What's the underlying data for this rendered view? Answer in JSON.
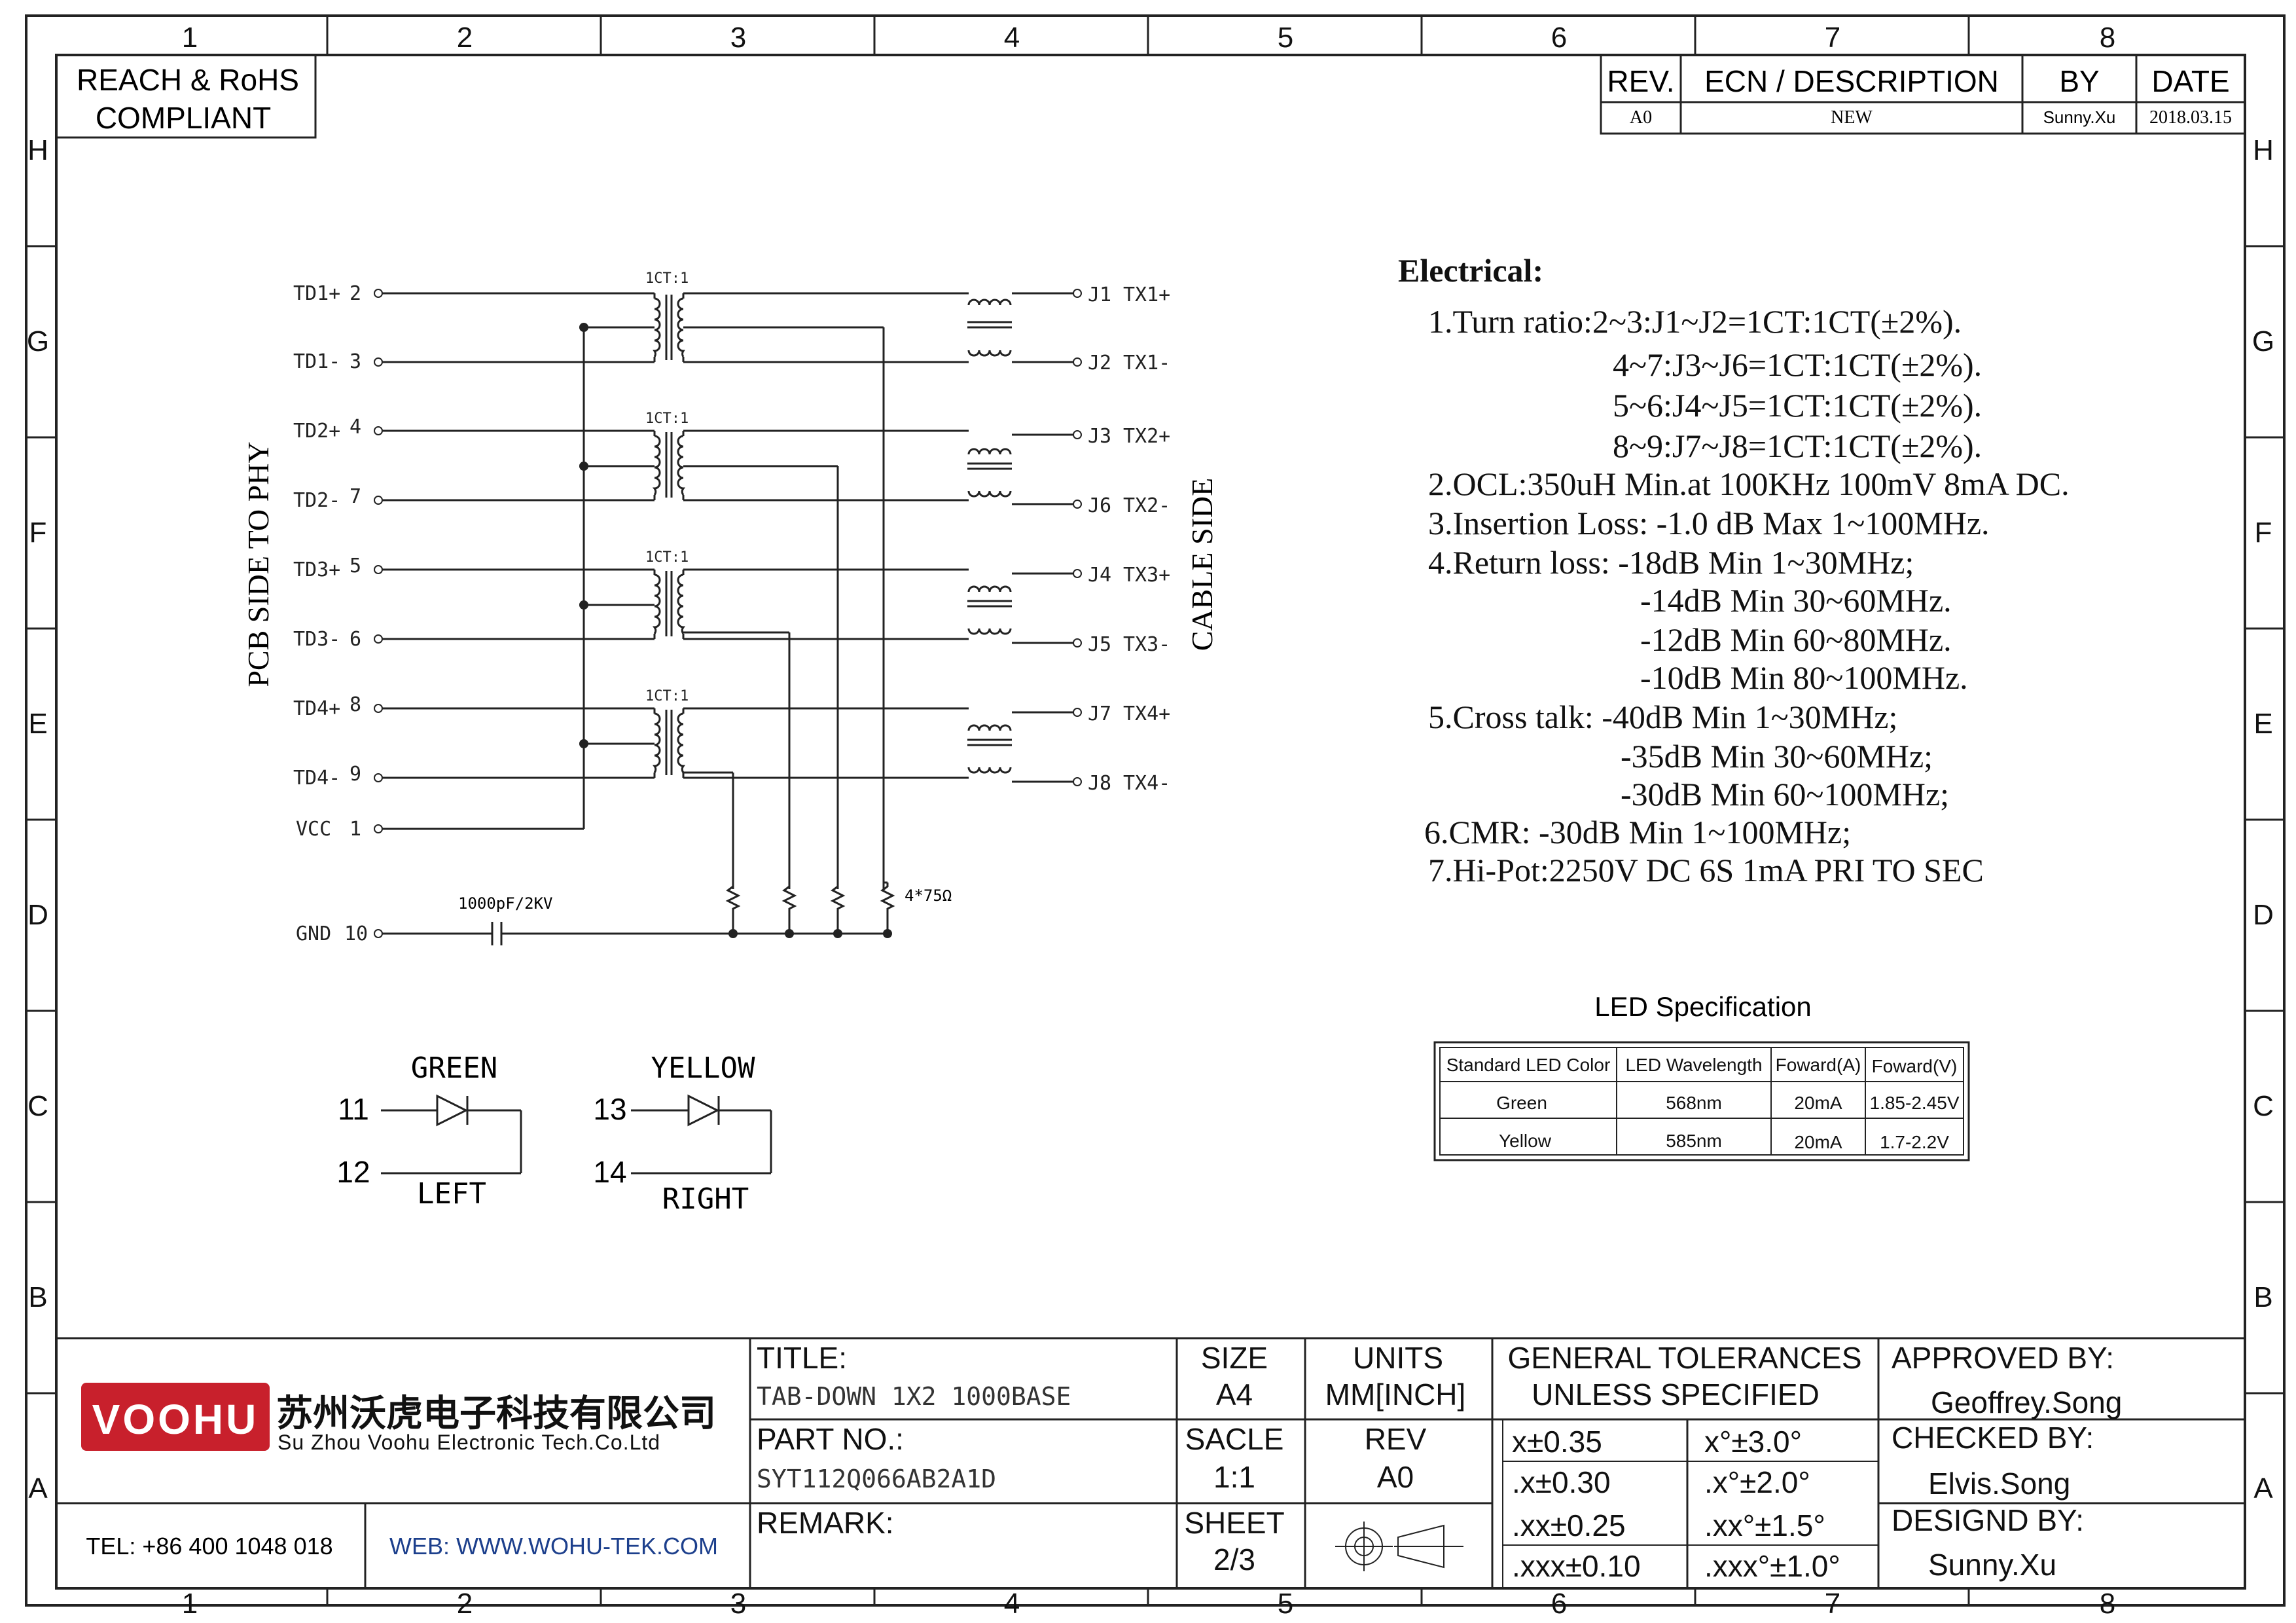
{
  "grid": {
    "columns": [
      "1",
      "2",
      "3",
      "4",
      "5",
      "6",
      "7",
      "8"
    ],
    "rows": [
      "H",
      "G",
      "F",
      "E",
      "D",
      "C",
      "B",
      "A"
    ]
  },
  "compliance": {
    "line1": "REACH & RoHS",
    "line2": "COMPLIANT"
  },
  "revision": {
    "headers": {
      "rev": "REV.",
      "ecn": "ECN / DESCRIPTION",
      "by": "BY",
      "date": "DATE"
    },
    "row": {
      "rev": "A0",
      "ecn": "NEW",
      "by": "Sunny.Xu",
      "date": "2018.03.15"
    }
  },
  "schematic": {
    "pcb_side": "PCB SIDE TO PHY",
    "cable_side": "CABLE SIDE",
    "transformer_ratio": "1CT:1",
    "pins_left": [
      {
        "name": "TD1+",
        "num": "2"
      },
      {
        "name": "TD1-",
        "num": "3"
      },
      {
        "name": "TD2+",
        "num": "4"
      },
      {
        "name": "TD2-",
        "num": "7"
      },
      {
        "name": "TD3+",
        "num": "5"
      },
      {
        "name": "TD3-",
        "num": "6"
      },
      {
        "name": "TD4+",
        "num": "8"
      },
      {
        "name": "TD4-",
        "num": "9"
      },
      {
        "name": "VCC",
        "num": "1"
      }
    ],
    "gnd": {
      "name": "GND",
      "num": "10"
    },
    "pins_right": [
      {
        "name": "J1",
        "sig": "TX1+"
      },
      {
        "name": "J2",
        "sig": "TX1-"
      },
      {
        "name": "J3",
        "sig": "TX2+"
      },
      {
        "name": "J6",
        "sig": "TX2-"
      },
      {
        "name": "J4",
        "sig": "TX3+"
      },
      {
        "name": "J5",
        "sig": "TX3-"
      },
      {
        "name": "J7",
        "sig": "TX4+"
      },
      {
        "name": "J8",
        "sig": "TX4-"
      }
    ],
    "capacitor": "1000pF/2KV",
    "resistors": "4*75Ω"
  },
  "leds": {
    "left": {
      "color": "GREEN",
      "pin_a": "11",
      "pin_b": "12",
      "side": "LEFT"
    },
    "right": {
      "color": "YELLOW",
      "pin_a": "13",
      "pin_b": "14",
      "side": "RIGHT"
    }
  },
  "electrical": {
    "title": "Electrical:",
    "lines": [
      "1.Turn ratio:2~3:J1~J2=1CT:1CT(±2%).",
      "4~7:J3~J6=1CT:1CT(±2%).",
      "5~6:J4~J5=1CT:1CT(±2%).",
      "8~9:J7~J8=1CT:1CT(±2%).",
      "2.OCL:350uH Min.at 100KHz 100mV 8mA DC.",
      "3.Insertion Loss: -1.0 dB Max 1~100MHz.",
      "4.Return loss: -18dB Min 1~30MHz;",
      "-14dB Min 30~60MHz.",
      "-12dB Min 60~80MHz.",
      "-10dB Min 80~100MHz.",
      "5.Cross talk: -40dB Min 1~30MHz;",
      "-35dB Min 30~60MHz;",
      "-30dB Min 60~100MHz;",
      "6.CMR: -30dB Min 1~100MHz;",
      "7.Hi-Pot:2250V DC 6S 1mA PRI TO SEC"
    ]
  },
  "led_spec": {
    "title": "LED Specification",
    "headers": [
      "Standard LED Color",
      "LED Wavelength",
      "Foward(A)",
      "Foward(V)"
    ],
    "rows": [
      [
        "Green",
        "568nm",
        "20mA",
        "1.85-2.45V"
      ],
      [
        "Yellow",
        "585nm",
        "20mA",
        "1.7-2.2V"
      ]
    ]
  },
  "title_block": {
    "logo": "VOOHU",
    "company_cn": "苏州沃虎电子科技有限公司",
    "company_en": "Su Zhou Voohu Electronic Tech.Co.Ltd",
    "tel": "TEL: +86 400 1048 018",
    "web": "WEB: WWW.WOHU-TEK.COM",
    "title_label": "TITLE:",
    "title_value": "TAB-DOWN 1X2 1000BASE",
    "part_label": "PART NO.:",
    "part_value": "SYT112Q066AB2A1D",
    "remark_label": "REMARK:",
    "size_label": "SIZE",
    "size_value": "A4",
    "scale_label": "SACLE",
    "scale_value": "1:1",
    "sheet_label": "SHEET",
    "sheet_value": "2/3",
    "units_label": "UNITS",
    "units_value": "MM[INCH]",
    "rev_label": "REV",
    "rev_value": "A0",
    "tol_line1": "GENERAL TOLERANCES",
    "tol_line2": "UNLESS SPECIFIED",
    "tolerances": [
      [
        "x±0.35",
        "x°±3.0°"
      ],
      [
        ".x±0.30",
        ".x°±2.0°"
      ],
      [
        ".xx±0.25",
        ".xx°±1.5°"
      ],
      [
        ".xxx±0.10",
        ".xxx°±1.0°"
      ]
    ],
    "approved_label": "APPROVED BY:",
    "approved_value": "Geoffrey.Song",
    "checked_label": "CHECKED BY:",
    "checked_value": "Elvis.Song",
    "designed_label": "DESIGND BY:",
    "designed_value": "Sunny.Xu"
  }
}
